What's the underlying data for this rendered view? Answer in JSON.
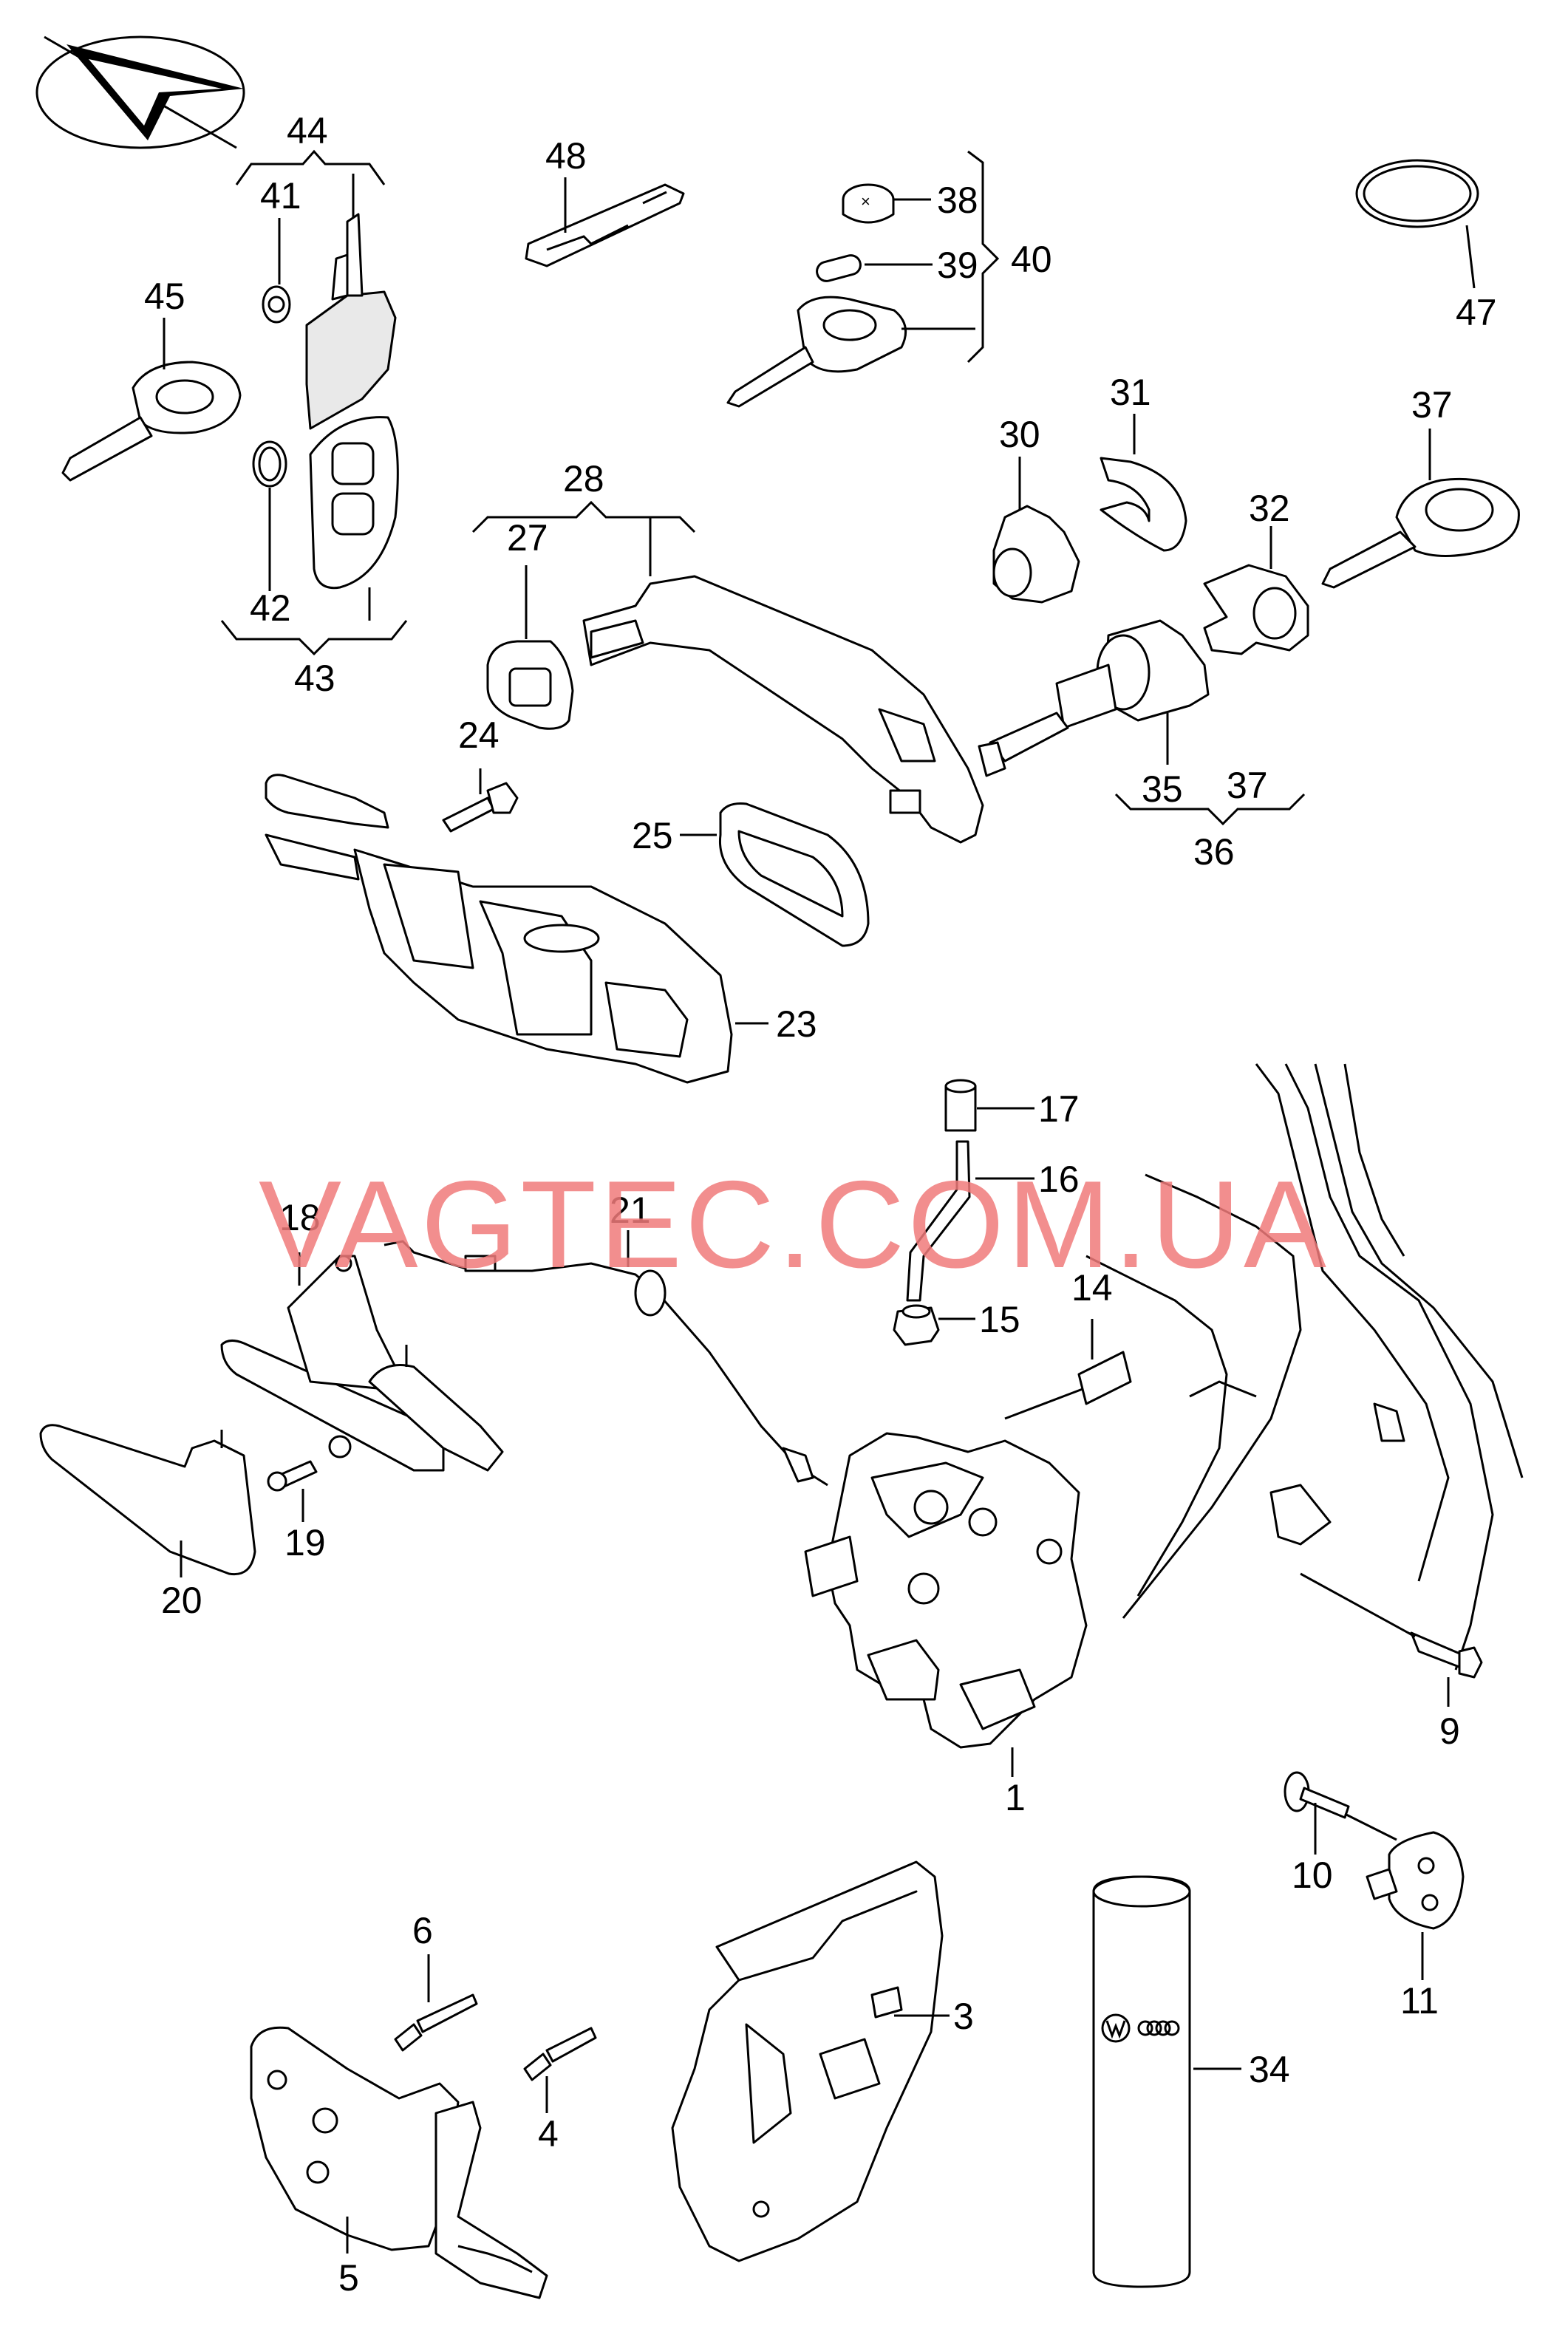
{
  "watermark": "VAGTEC.COM.UA",
  "callouts": {
    "c1": "1",
    "c3": "3",
    "c4": "4",
    "c5": "5",
    "c6": "6",
    "c9": "9",
    "c10": "10",
    "c11": "11",
    "c14": "14",
    "c15": "15",
    "c16": "16",
    "c17": "17",
    "c18": "18",
    "c19": "19",
    "c20": "20",
    "c21": "21",
    "c23": "23",
    "c24": "24",
    "c25": "25",
    "c27": "27",
    "c28": "28",
    "c30": "30",
    "c31": "31",
    "c32": "32",
    "c34": "34",
    "c35": "35",
    "c36": "36",
    "c37a": "37",
    "c37b": "37",
    "c38": "38",
    "c39": "39",
    "c40": "40",
    "c41": "41",
    "c42": "42",
    "c43": "43",
    "c44": "44",
    "c45": "45",
    "c47": "47",
    "c48": "48"
  },
  "icons": {
    "orientation": "orientation-arrow-icon",
    "brand_logo": "vw-logo-icon",
    "rings_logo": "four-rings-logo-icon"
  }
}
